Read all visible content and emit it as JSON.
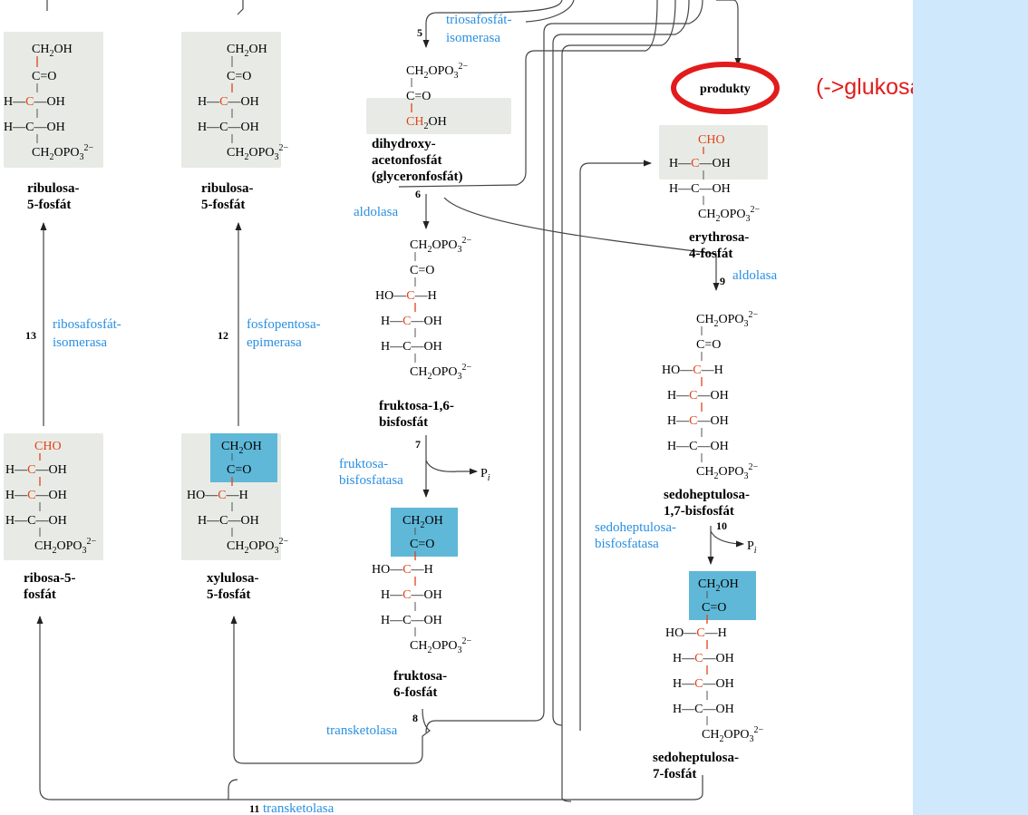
{
  "products": {
    "label": "produkty",
    "note": "(->glukosa…)"
  },
  "enzymes": {
    "triosafosfat_isomerasa": [
      "triosafosfát-",
      "isomerasa"
    ],
    "aldolasa_6": "aldolasa",
    "aldolasa_9": "aldolasa",
    "ribosafosfat_isomerasa": [
      "ribosafosfát-",
      "isomerasa"
    ],
    "fosfopentosa_epimerasa": [
      "fosfopentosa-",
      "epimerasa"
    ],
    "fruktosa_bisfosfatasa": [
      "fruktosa-",
      "bisfosfatasa"
    ],
    "sedoheptulosa_bisfosfatasa": [
      "sedoheptulosa-",
      "bisfosfatasa"
    ],
    "transketolasa_8": "transketolasa",
    "transketolasa_11": "transketolasa"
  },
  "steps": {
    "s5": "5",
    "s6": "6",
    "s7": "7",
    "s8": "8",
    "s9": "9",
    "s10": "10",
    "s11": "11",
    "s12": "12",
    "s13": "13"
  },
  "pi": "P",
  "pi_sub": "i",
  "compounds": {
    "ribulosa_a": [
      "ribulosa-",
      "5-fosfát"
    ],
    "ribulosa_b": [
      "ribulosa-",
      "5-fosfát"
    ],
    "dhap": [
      "dihydroxy-",
      "acetonfosfát",
      "(glyceronfosfát)"
    ],
    "erythrosa": [
      "erythrosa-",
      "4-fosfát"
    ],
    "fbp": [
      "fruktosa-1,6-",
      "bisfosfát"
    ],
    "sbp": [
      "sedoheptulosa-",
      "1,7-bisfosfát"
    ],
    "ribosa": [
      "ribosa-5-",
      "fosfát"
    ],
    "xylulosa": [
      "xylulosa-",
      "5-fosfát"
    ],
    "f6p": [
      "fruktosa-",
      "6-fosfát"
    ],
    "s7p": [
      "sedoheptulosa-",
      "7-fosfát"
    ]
  },
  "formula_parts": {
    "ch2oh": "CH",
    "sub2": "2",
    "oh_tail": "OH",
    "co": "C",
    "eq_o": "=O",
    "hc": "H",
    "c": "C",
    "ho": "HO",
    "cho": "CHO",
    "opo3": "OPO",
    "sub3": "3",
    "sup2": "2−",
    "dash_oh": "—OH",
    "dash_h": "—H",
    "h_dash": "H—",
    "ho_dash": "HO—"
  },
  "colors": {
    "accent_enzyme": "#2a8fe0",
    "carbon_red": "#e0431c",
    "highlight": "#5fb8d8",
    "panel": "#cfe8fb",
    "oval": "#e21b1b"
  }
}
